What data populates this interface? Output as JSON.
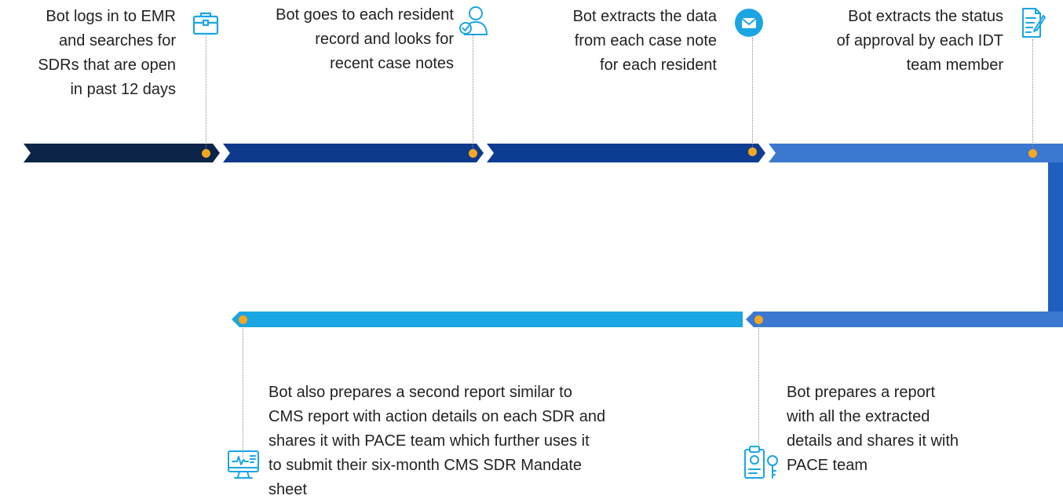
{
  "steps": [
    {
      "id": 1,
      "text": "Bot logs in to EMR\nand searches for\nSDRs that are open\nin past 12 days",
      "icon": "briefcase-icon"
    },
    {
      "id": 2,
      "text": "Bot goes to each resident\nrecord and looks for\nrecent case notes",
      "icon": "user-check-icon"
    },
    {
      "id": 3,
      "text": "Bot extracts the data\nfrom each case note\nfor each resident",
      "icon": "mail-circle-icon"
    },
    {
      "id": 4,
      "text": "Bot extracts the status\nof approval by each IDT\nteam member",
      "icon": "document-pen-icon"
    },
    {
      "id": 5,
      "text": "Bot prepares a report\nwith all the extracted\ndetails and shares it with\nPACE team",
      "icon": "clipboard-key-icon"
    },
    {
      "id": 6,
      "text": "Bot also prepares a second report similar to\nCMS report with action details on each SDR and\nshares it with PACE team which further uses it\nto submit their six-month CMS SDR Mandate\nsheet",
      "icon": "monitor-chart-icon"
    }
  ],
  "colors": {
    "segment_1": "#0B2447",
    "segment_2": "#0D3A8A",
    "segment_3": "#0D3D93",
    "segment_4": "#3B78CF",
    "segment_5": "#3B78CF",
    "segment_6": "#1AA5E3",
    "connector_vertical": "#1E5FBF",
    "dot": "#F5A623",
    "icon": "#1AA5E3"
  }
}
